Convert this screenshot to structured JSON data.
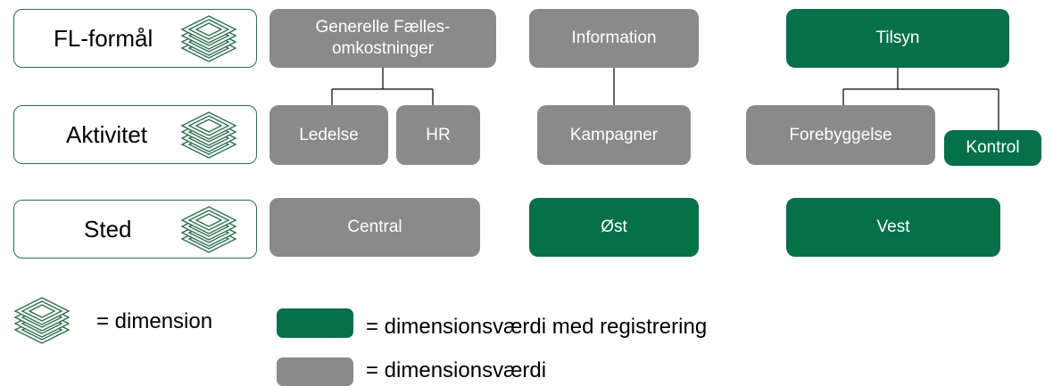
{
  "dimensions": [
    {
      "label": "FL-formål",
      "icon": "layers-icon"
    },
    {
      "label": "Aktivitet",
      "icon": "layers-icon"
    },
    {
      "label": "Sted",
      "icon": "layers-icon"
    }
  ],
  "values": {
    "generelle": "Generelle Fælles-\nomkostninger",
    "information": "Information",
    "tilsyn": "Tilsyn",
    "ledelse": "Ledelse",
    "hr": "HR",
    "kampagner": "Kampagner",
    "forebyggelse": "Forebyggelse",
    "kontrol": "Kontrol",
    "central": "Central",
    "ost": "Øst",
    "vest": "Vest"
  },
  "legend": {
    "dimension_label": "= dimension",
    "registered_label": "= dimensionsværdi med registrering",
    "value_label": "= dimensionsværdi"
  },
  "colors": {
    "registered": "#05704a",
    "plain": "#8a8a8a",
    "border": "#2e6e4f"
  }
}
